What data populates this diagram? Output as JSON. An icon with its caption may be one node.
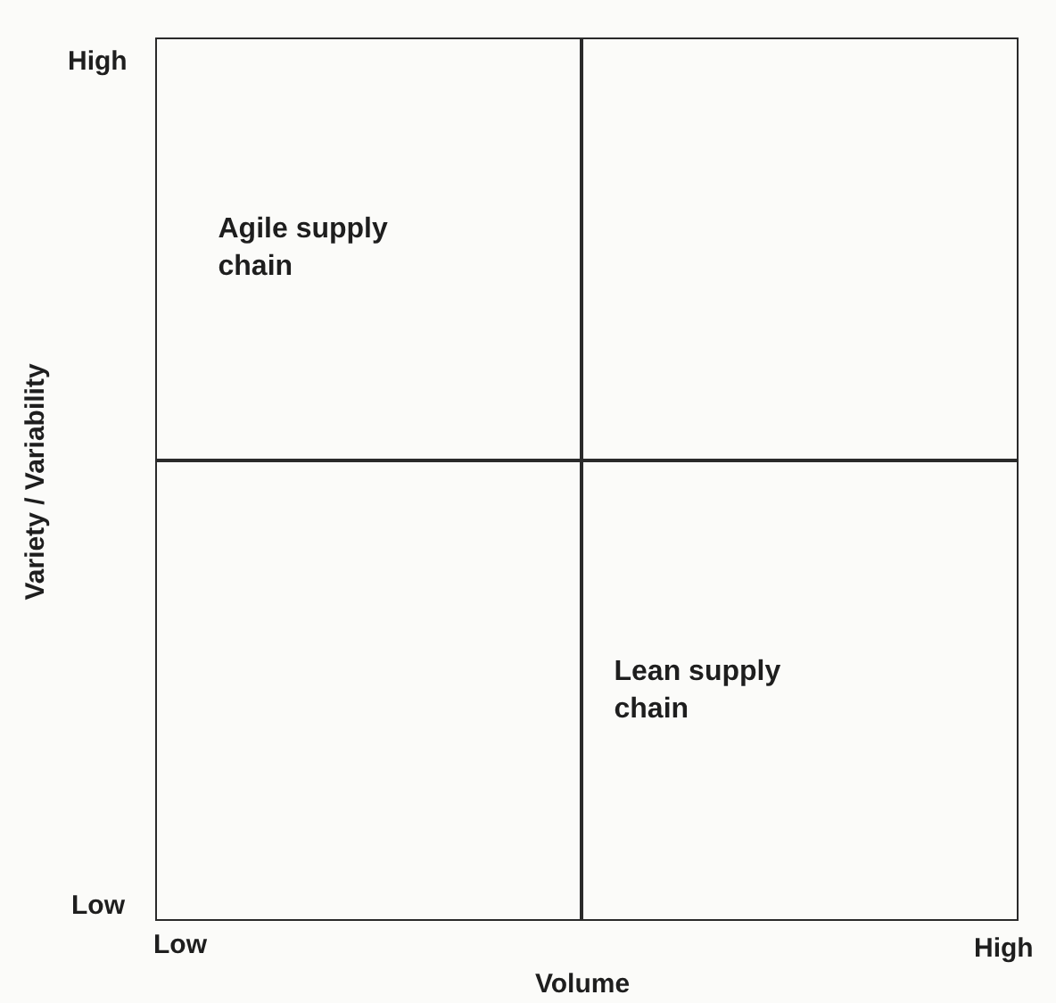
{
  "diagram": {
    "nodes": [
      {
        "text": [
          "Agile supply chain"
        ]
      },
      {
        "text": [],
        "shape": "box"
      },
      {
        "text": [],
        "shape": "box"
      },
      {
        "text": [
          "Lean supply chain"
        ]
      }
    ],
    "labels": [
      "High",
      "Variety / Variability",
      "Low",
      "Low",
      "Volume",
      "High"
    ]
  }
}
